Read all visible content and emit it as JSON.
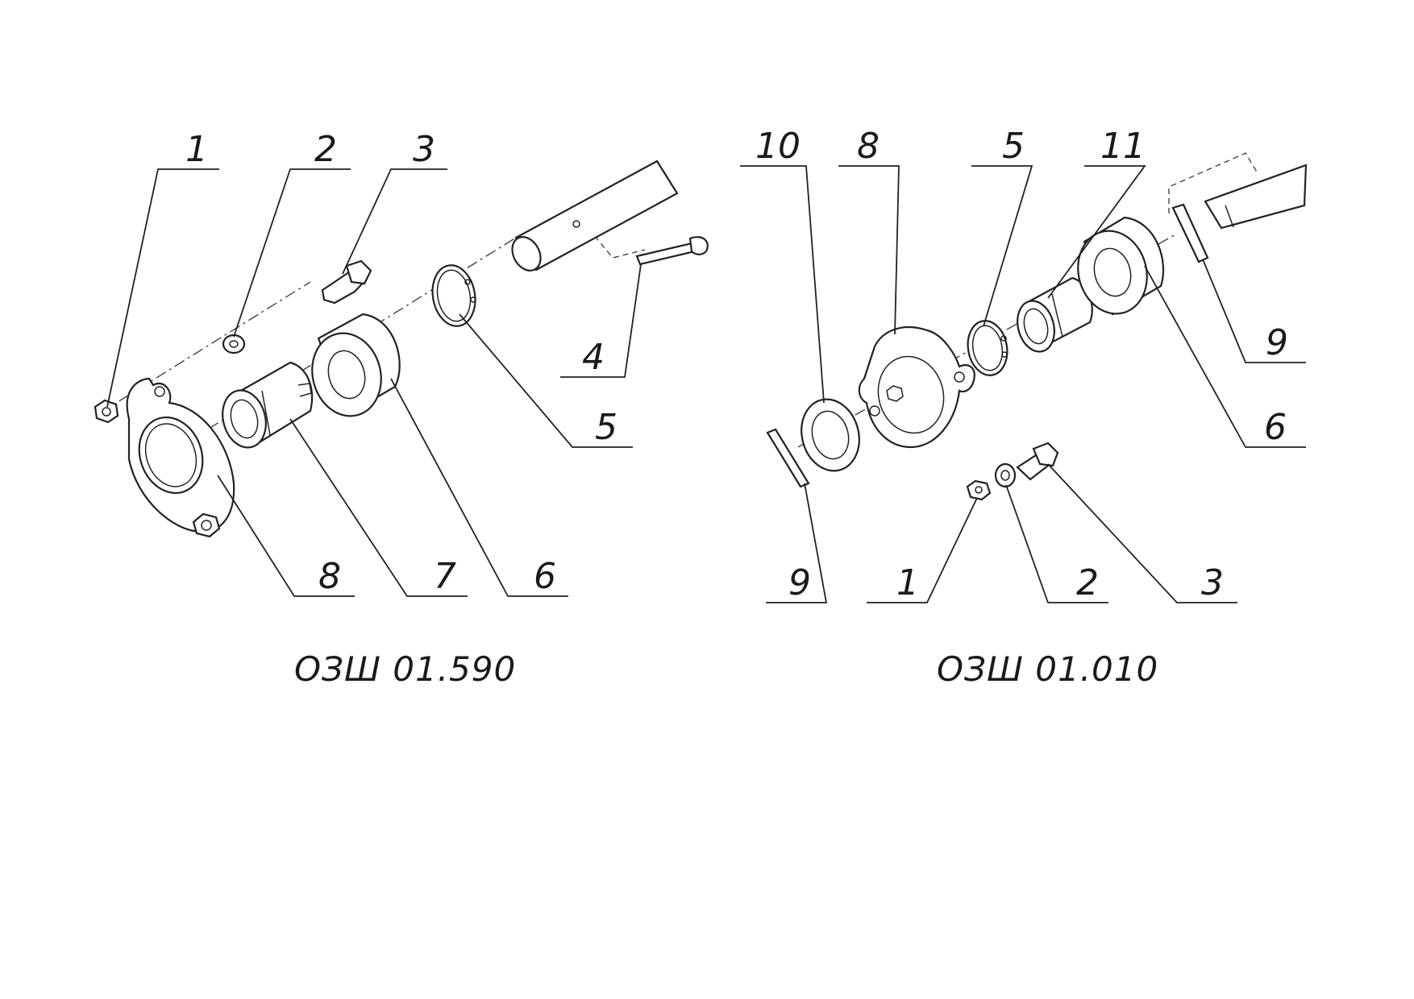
{
  "left_assembly": {
    "caption": "ОЗШ 01.590",
    "callouts": [
      "1",
      "2",
      "3",
      "4",
      "5",
      "6",
      "7",
      "8"
    ]
  },
  "right_assembly": {
    "caption": "ОЗШ 01.010",
    "callouts": [
      "10",
      "8",
      "5",
      "11",
      "9",
      "6",
      "9",
      "1",
      "2",
      "3"
    ]
  }
}
